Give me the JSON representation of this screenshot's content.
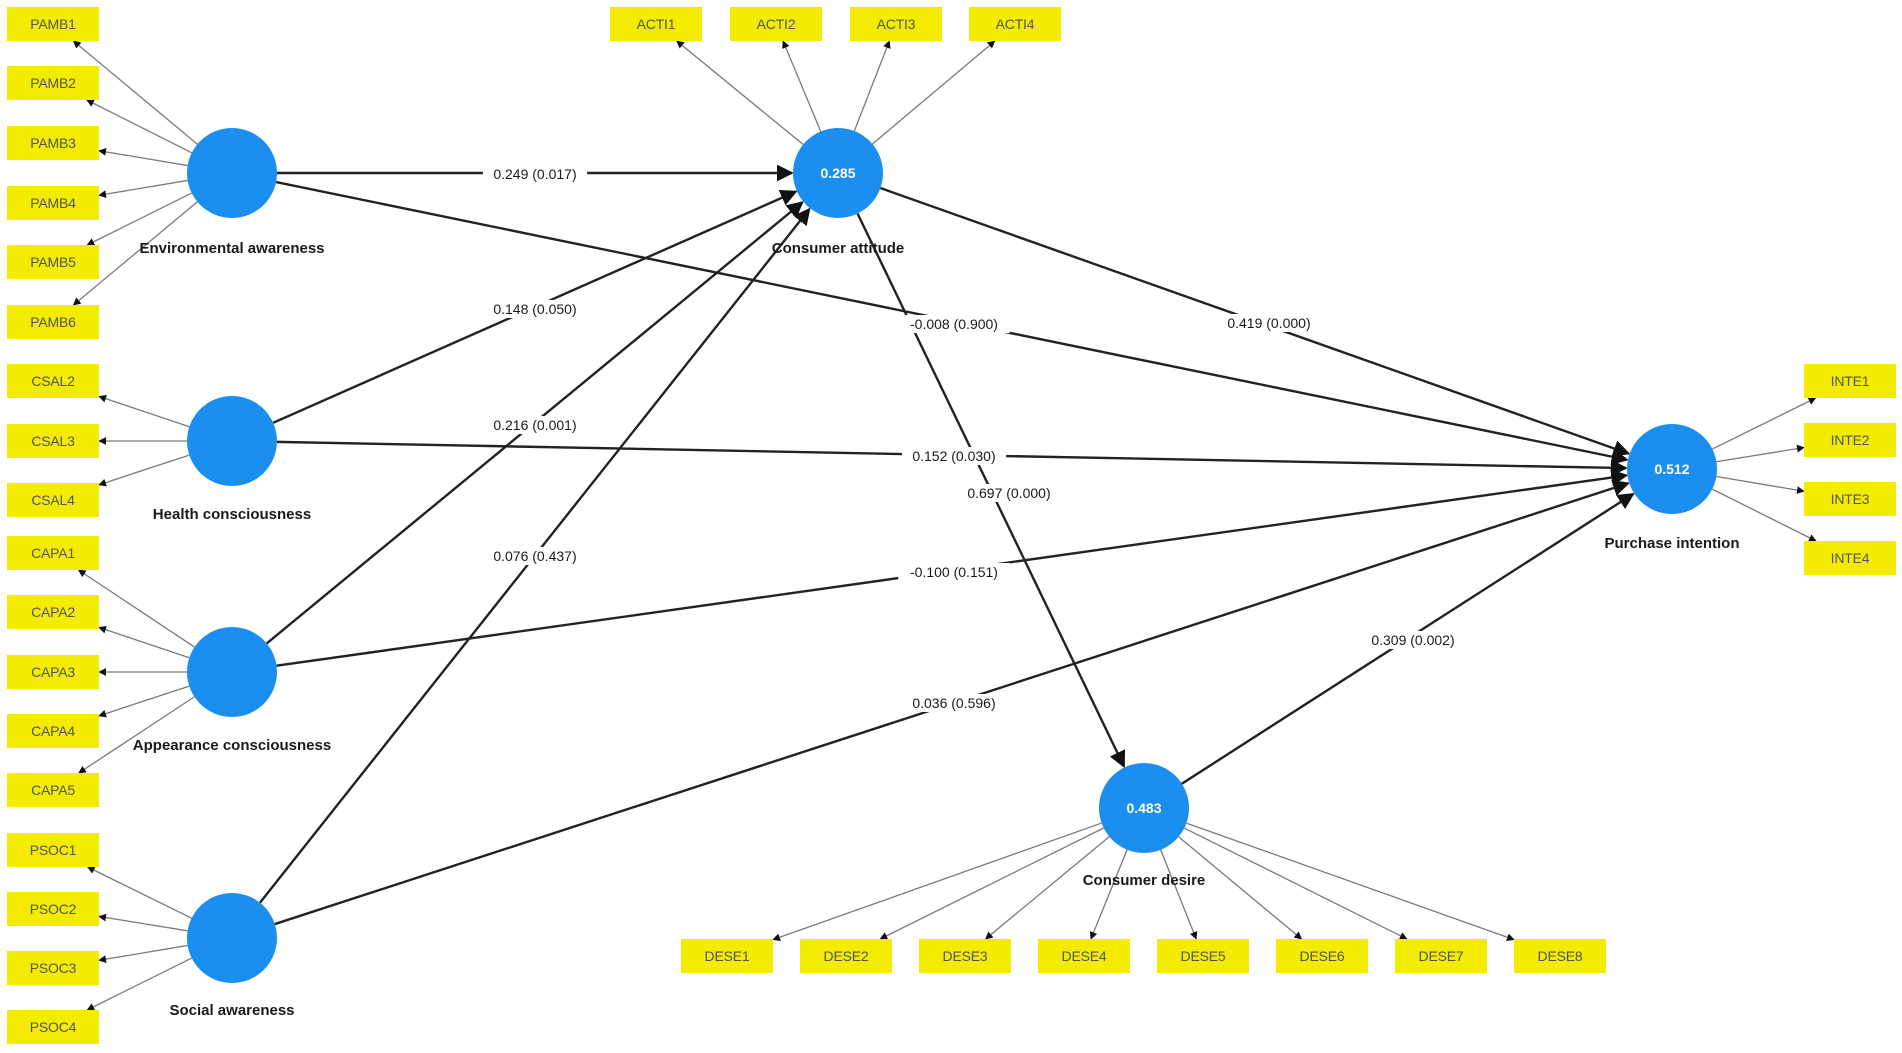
{
  "colors": {
    "construct_fill": "#1a8ff0",
    "indicator_fill": "#f3ec00",
    "indicator_text": "#555555",
    "path_line": "#222222",
    "loading_line": "#7a7a7a",
    "background": "#ffffff"
  },
  "constructs": [
    {
      "id": "EA",
      "name": "Environmental awareness",
      "value": ""
    },
    {
      "id": "HC",
      "name": "Health consciousness",
      "value": ""
    },
    {
      "id": "AC",
      "name": "Appearance consciousness",
      "value": ""
    },
    {
      "id": "SA",
      "name": "Social awareness",
      "value": ""
    },
    {
      "id": "CA",
      "name": "Consumer attitude",
      "value": "0.285"
    },
    {
      "id": "CD",
      "name": "Consumer desire",
      "value": "0.483"
    },
    {
      "id": "PI",
      "name": "Purchase intention",
      "value": "0.512"
    }
  ],
  "indicators": [
    {
      "construct": "EA",
      "items": [
        "PAMB1",
        "PAMB2",
        "PAMB3",
        "PAMB4",
        "PAMB5",
        "PAMB6"
      ]
    },
    {
      "construct": "HC",
      "items": [
        "CSAL2",
        "CSAL3",
        "CSAL4"
      ]
    },
    {
      "construct": "AC",
      "items": [
        "CAPA1",
        "CAPA2",
        "CAPA3",
        "CAPA4",
        "CAPA5"
      ]
    },
    {
      "construct": "SA",
      "items": [
        "PSOC1",
        "PSOC2",
        "PSOC3",
        "PSOC4"
      ]
    },
    {
      "construct": "CA",
      "items": [
        "ACTI1",
        "ACTI2",
        "ACTI3",
        "ACTI4"
      ]
    },
    {
      "construct": "CD",
      "items": [
        "DESE1",
        "DESE2",
        "DESE3",
        "DESE4",
        "DESE5",
        "DESE6",
        "DESE7",
        "DESE8"
      ]
    },
    {
      "construct": "PI",
      "items": [
        "INTE1",
        "INTE2",
        "INTE3",
        "INTE4"
      ]
    }
  ],
  "paths": [
    {
      "from": "EA",
      "to": "CA",
      "label": "0.249 (0.017)"
    },
    {
      "from": "HC",
      "to": "CA",
      "label": "0.148 (0.050)"
    },
    {
      "from": "AC",
      "to": "CA",
      "label": "0.216 (0.001)"
    },
    {
      "from": "SA",
      "to": "CA",
      "label": "0.076 (0.437)"
    },
    {
      "from": "EA",
      "to": "PI",
      "label": "-0.008 (0.900)"
    },
    {
      "from": "HC",
      "to": "PI",
      "label": "0.152 (0.030)"
    },
    {
      "from": "AC",
      "to": "PI",
      "label": "-0.100 (0.151)"
    },
    {
      "from": "SA",
      "to": "PI",
      "label": "0.036 (0.596)"
    },
    {
      "from": "CA",
      "to": "PI",
      "label": "0.419 (0.000)"
    },
    {
      "from": "CA",
      "to": "CD",
      "label": "0.697 (0.000)"
    },
    {
      "from": "CD",
      "to": "PI",
      "label": "0.309 (0.002)"
    }
  ]
}
